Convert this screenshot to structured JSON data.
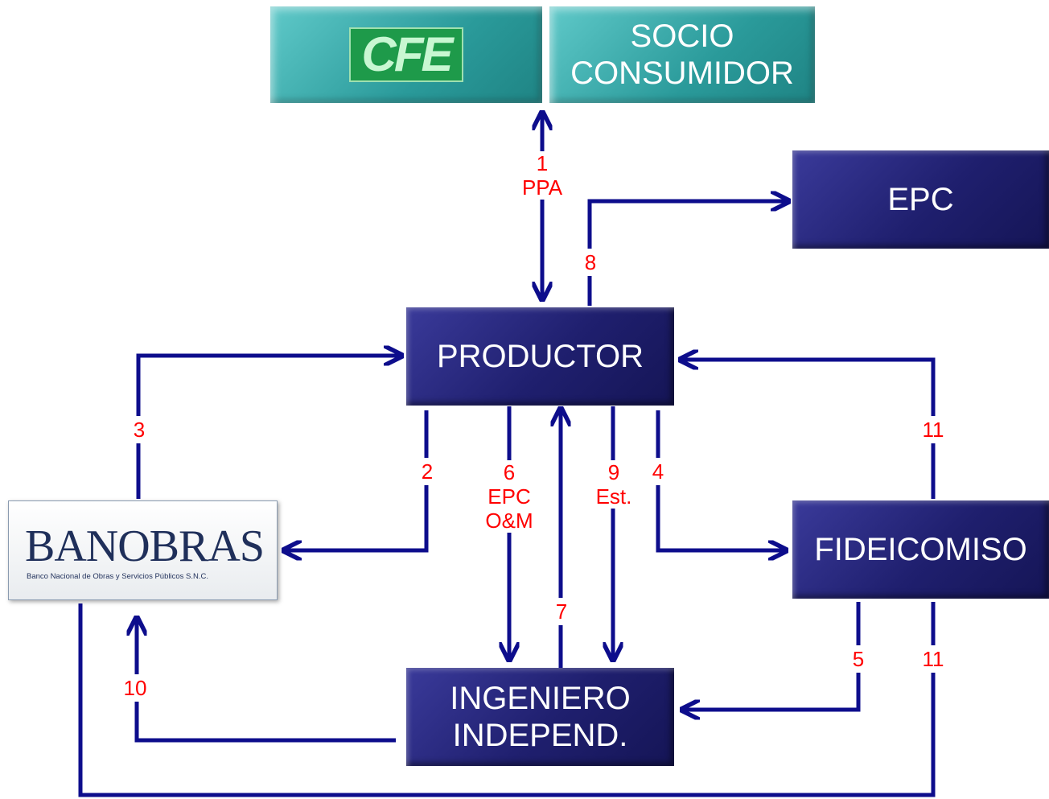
{
  "nodes": {
    "cfe": "CFE",
    "socio": [
      "SOCIO",
      "CONSUMIDOR"
    ],
    "epc": "EPC",
    "productor": "PRODUCTOR",
    "fideicomiso": "FIDEICOMISO",
    "ingeniero": [
      "INGENIERO",
      "INDEPEND."
    ],
    "banobras": {
      "name": "BANOBRAS",
      "subtitle": "Banco Nacional de Obras y Servicios Públicos S.N.C."
    }
  },
  "edges": {
    "e1": [
      "1",
      "PPA"
    ],
    "e2": "2",
    "e3": "3",
    "e4": "4",
    "e5": "5",
    "e6": [
      "6",
      "EPC",
      "O&M"
    ],
    "e7": "7",
    "e8": "8",
    "e9": [
      "9",
      "Est."
    ],
    "e10": "10",
    "e11_top": "11",
    "e11_bottom": "11"
  },
  "colors": {
    "arrow": "#0d0d8c",
    "label": "#ff0000",
    "node_navy": "#1f1f6e",
    "node_teal": "#2a9a9a"
  }
}
